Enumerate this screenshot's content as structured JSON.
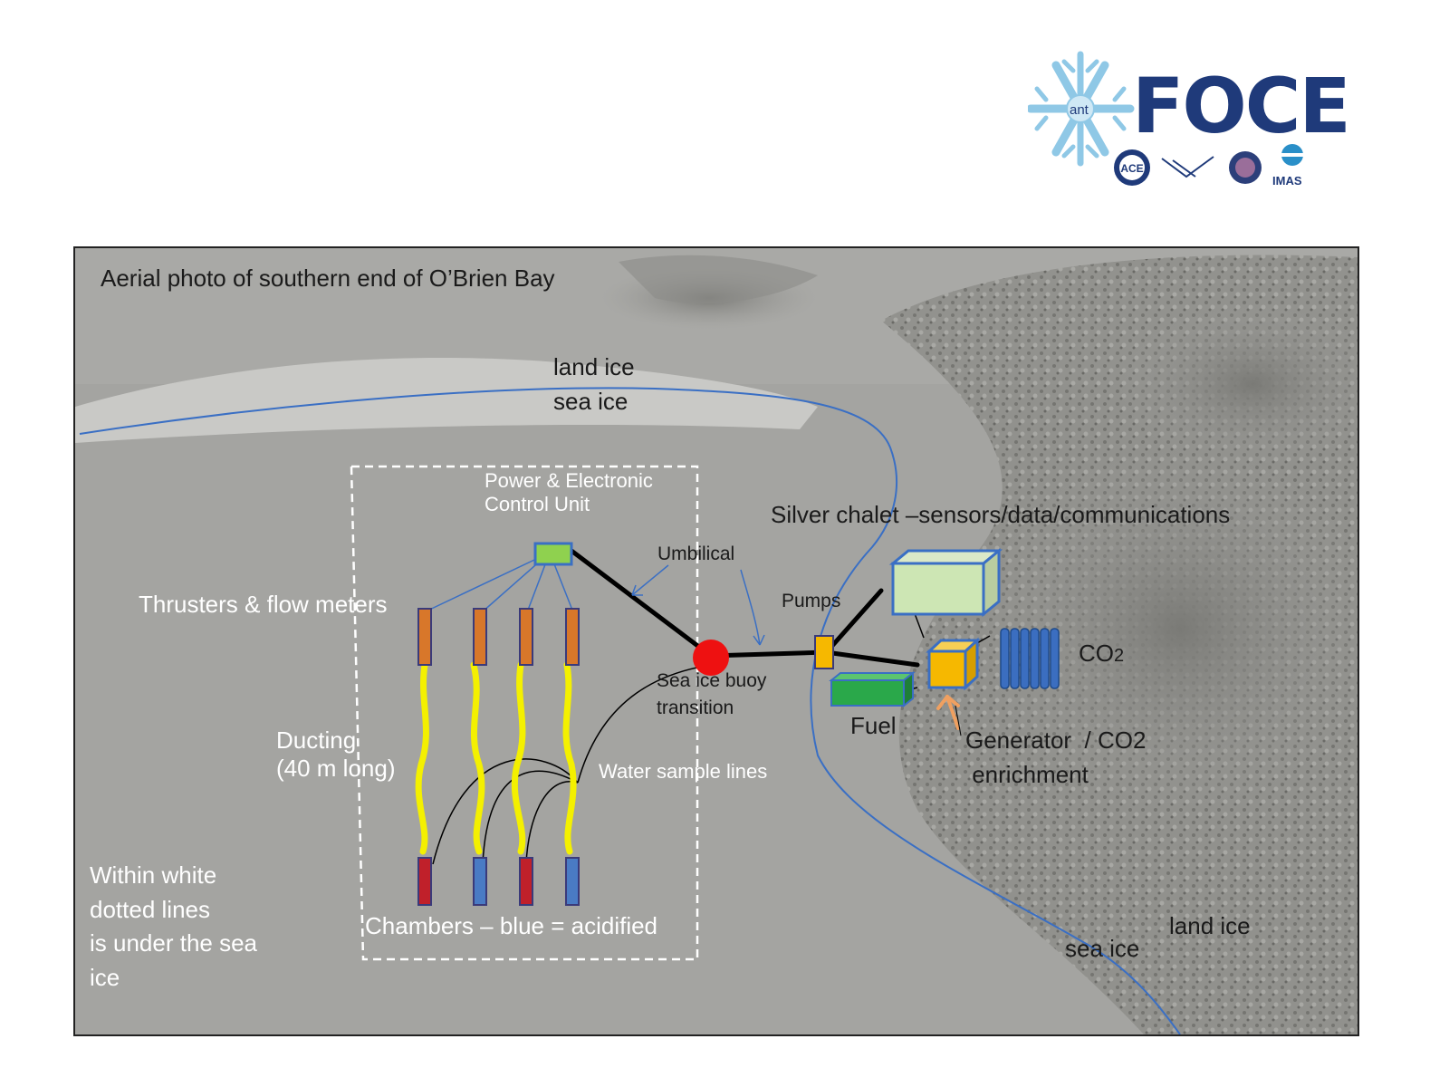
{
  "logo": {
    "name": "FOCE",
    "prefix": "ant",
    "partner_text": "IMAS"
  },
  "diagram": {
    "title": "Aerial photo of southern end of O’Brien Bay",
    "boundary_top": {
      "land": "land ice",
      "sea": "sea ice"
    },
    "boundary_bottom": {
      "land": "land ice",
      "sea": "sea ice"
    },
    "power_unit": "Power & Electronic\nControl Unit",
    "umbilical": "Umbilical",
    "thrusters": "Thrusters & flow meters",
    "ducting": "Ducting\n(40 m long)",
    "water_lines": "Water sample lines",
    "chambers": "Chambers – blue = acidified",
    "under_ice_note": "Within white\ndotted lines\nis under the sea\nice",
    "buoy": "Sea ice buoy\ntransition",
    "pumps": "Pumps",
    "chalet": "Silver chalet –sensors/data/communications",
    "co2": "CO",
    "co2_sub": "2",
    "fuel": "Fuel",
    "generator": "Generator  / CO2\n enrichment"
  },
  "colors": {
    "thruster": "#d8772a",
    "chamber_acidified": "#4a7bc4",
    "chamber_control": "#c0202a",
    "ducting": "#f4f000",
    "buoy": "#ee1111",
    "control_unit": "#8fd14f",
    "chalet": "#cde6b4",
    "generator": "#f6b800",
    "fuel": "#2aa84a",
    "co2_tank": "#3b6ec0",
    "boundary": "#3a6fc4"
  }
}
